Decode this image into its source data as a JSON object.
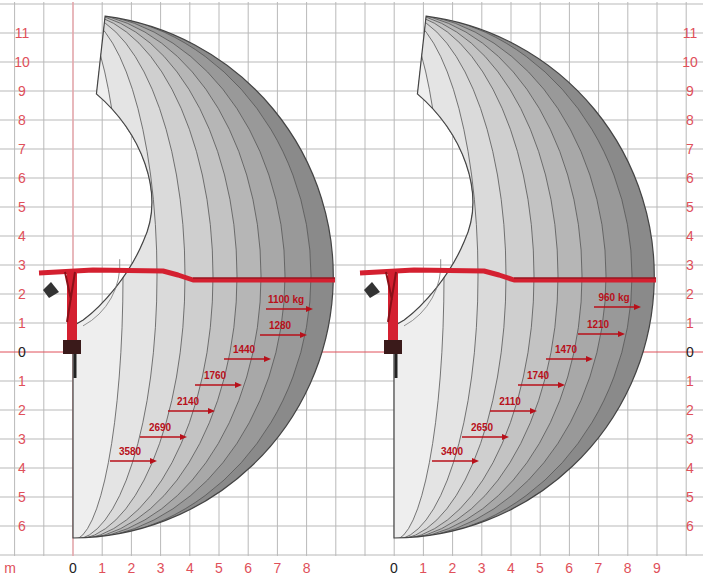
{
  "diagram": {
    "labels": [
      "11",
      "10",
      "9",
      "8",
      "7",
      "6",
      "5",
      "4",
      "3",
      "2",
      "1",
      "0",
      "1",
      "2",
      "3",
      "4",
      "5",
      "6",
      "11",
      "10",
      "9",
      "8",
      "7",
      "6",
      "5",
      "4",
      "3",
      "2",
      "1",
      "0",
      "1",
      "2",
      "3",
      "4",
      "5",
      "6",
      "m",
      "0",
      "1",
      "2",
      "3",
      "4",
      "5",
      "6",
      "7",
      "8",
      "0",
      "1",
      "2",
      "3",
      "4",
      "5",
      "6",
      "7",
      "8",
      "9",
      "1100 kg",
      "1280",
      "1440",
      "1760",
      "2140",
      "2690",
      "3580",
      "960 kg",
      "1210",
      "1470",
      "1740",
      "2110",
      "2650",
      "3400"
    ]
  }
}
